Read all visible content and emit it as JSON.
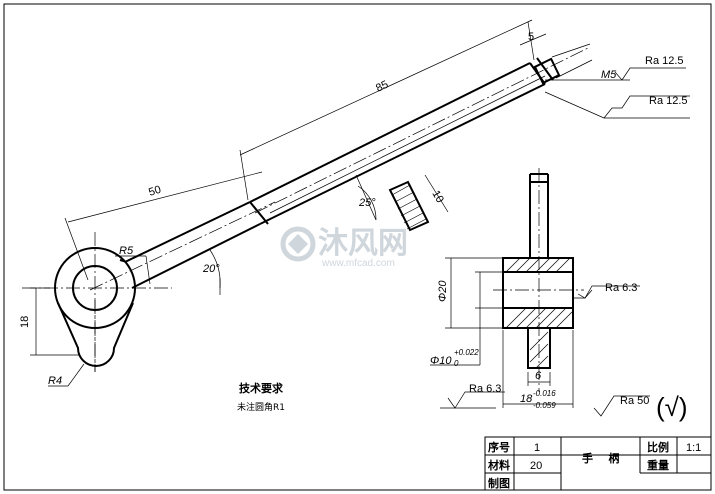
{
  "dimensions": {
    "len_85": "85",
    "len_50": "50",
    "len_5": "5",
    "len_10": "10",
    "rad_r5": "R5",
    "rad_r4": "R4",
    "ang_20": "20°",
    "ang_25": "25°",
    "height_18": "18",
    "dia_20": "Φ20",
    "dia_10_base": "Φ10",
    "dia_10_upper": "+0.022",
    "dia_10_lower": "0",
    "width_6": "6",
    "len_18_base": "18",
    "len_18_upper": "-0.016",
    "len_18_lower": "-0.059",
    "thread_m5": "M5"
  },
  "roughness": {
    "ra_top1": "Ra 12.5",
    "ra_top2": "Ra 12.5",
    "ra_bore": "Ra 6.3",
    "ra_bottom": "Ra 6.3",
    "ra_general": "Ra 50",
    "ra_general_paren": "(√)"
  },
  "notes": {
    "title": "技术要求",
    "line1": "未注圆角R1"
  },
  "title_block": {
    "seq_label": "序号",
    "seq_value": "1",
    "material_label": "材料",
    "material_value": "20",
    "part_name": "手    柄",
    "scale_label": "比例",
    "scale_value": "1:1",
    "weight_label": "重量",
    "drawn_label": "制图"
  },
  "watermark": {
    "brand": "沐风网",
    "url": "www.mfcad.com"
  }
}
